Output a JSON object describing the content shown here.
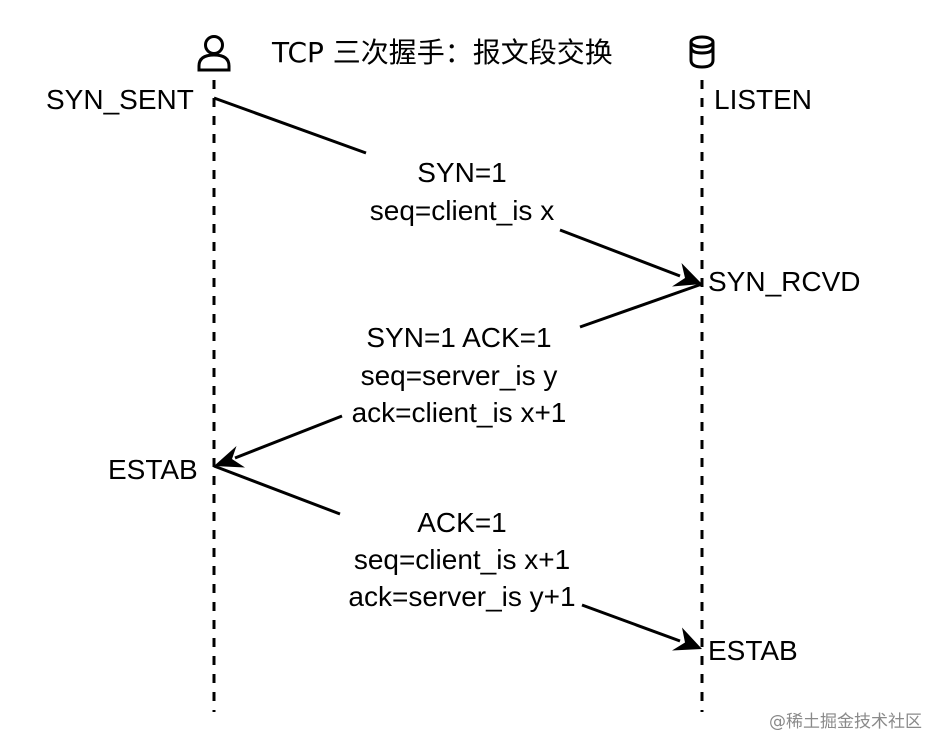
{
  "title": "TCP 三次握手：报文段交换",
  "actors": {
    "client": {
      "icon": "user-icon"
    },
    "server": {
      "icon": "database-icon"
    }
  },
  "states": {
    "client_initial": "SYN_SENT",
    "server_initial": "LISTEN",
    "server_received": "SYN_RCVD",
    "client_established": "ESTAB",
    "server_established": "ESTAB"
  },
  "messages": [
    {
      "from": "client",
      "to": "server",
      "lines": [
        "SYN=1",
        "seq=client_is x"
      ]
    },
    {
      "from": "server",
      "to": "client",
      "lines": [
        "SYN=1 ACK=1",
        "seq=server_is y",
        "ack=client_is x+1"
      ]
    },
    {
      "from": "client",
      "to": "server",
      "lines": [
        "ACK=1",
        "seq=client_is x+1",
        "ack=server_is y+1"
      ]
    }
  ],
  "watermark": "@稀土掘金技术社区",
  "colors": {
    "ink": "#000000",
    "background": "#ffffff",
    "watermark": "#8a8a8a"
  }
}
